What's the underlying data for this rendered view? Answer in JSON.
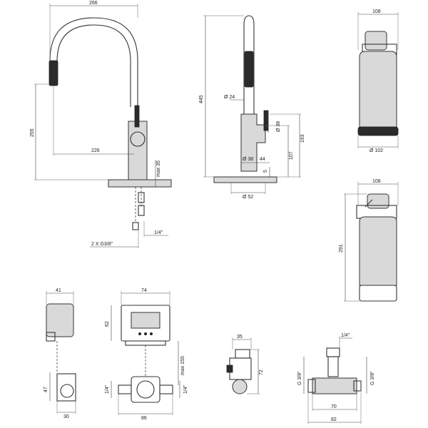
{
  "dimensions": {
    "faucet_width": "266",
    "faucet_height_low": "255",
    "faucet_spout_reach": "226",
    "faucet_deck_max": "max 35",
    "connection_thread": "2 X G3/8\"",
    "connection_quarter": "1/4\"",
    "side_height": "445",
    "side_diameter_top": "Ø 24",
    "side_diameter_handle": "Ø 38",
    "side_offset": "44",
    "side_base_diameter": "Ø 38",
    "side_height_107": "107",
    "side_height_193": "193",
    "side_deck": "5",
    "side_base": "Ø 52",
    "filter1_width": "108",
    "filter1_diameter": "Ø 102",
    "filter2_width": "108",
    "filter2_height": "291",
    "box_width": "41",
    "box_height": "47",
    "box_base": "30",
    "controller_width": "74",
    "controller_height": "62",
    "controller_max": "max 155",
    "controller_quarter_left": "1/4\"",
    "controller_quarter_right": "1/4\"",
    "controller_base": "86",
    "valve_width": "35",
    "valve_height": "72",
    "tee_quarter": "1/4\"",
    "tee_left_thread": "G 3/8\"",
    "tee_right_thread": "G 3/8\"",
    "tee_inner": "70",
    "tee_outer": "82"
  },
  "colors": {
    "line": "#333333",
    "fill": "#d9d9d9",
    "grip": "#2b2b2b"
  }
}
